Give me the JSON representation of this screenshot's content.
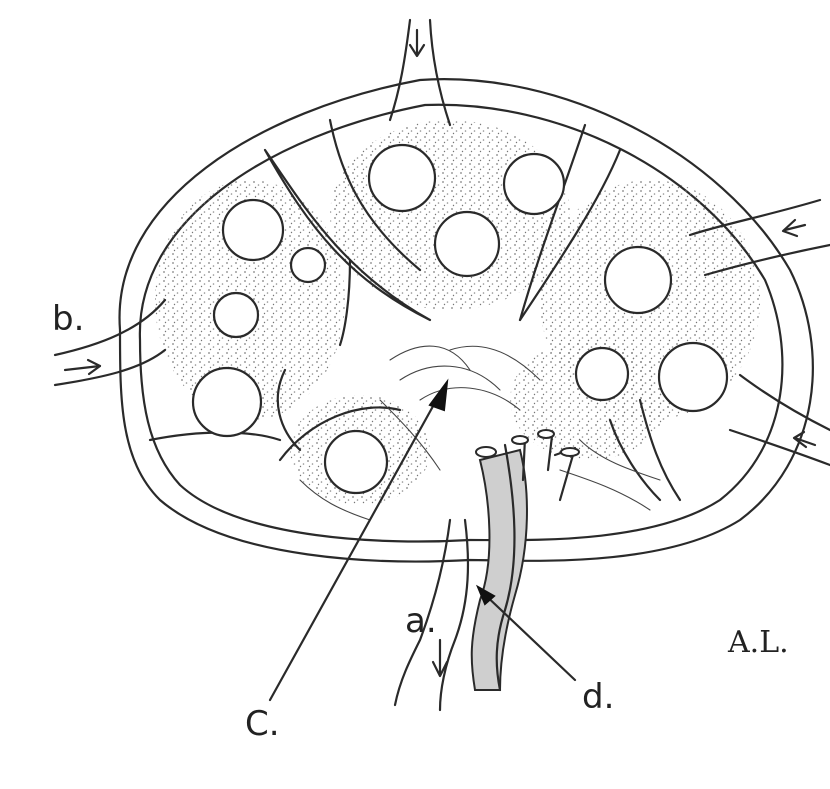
{
  "labels": {
    "a": "a.",
    "b": "b.",
    "c": "C.",
    "d": "d.",
    "signature": "A.L."
  },
  "colors": {
    "ink": "#2a2a2a",
    "stipple": "#6b6b6b",
    "vessel_shade": "#a8a8a8",
    "background": "#ffffff"
  }
}
